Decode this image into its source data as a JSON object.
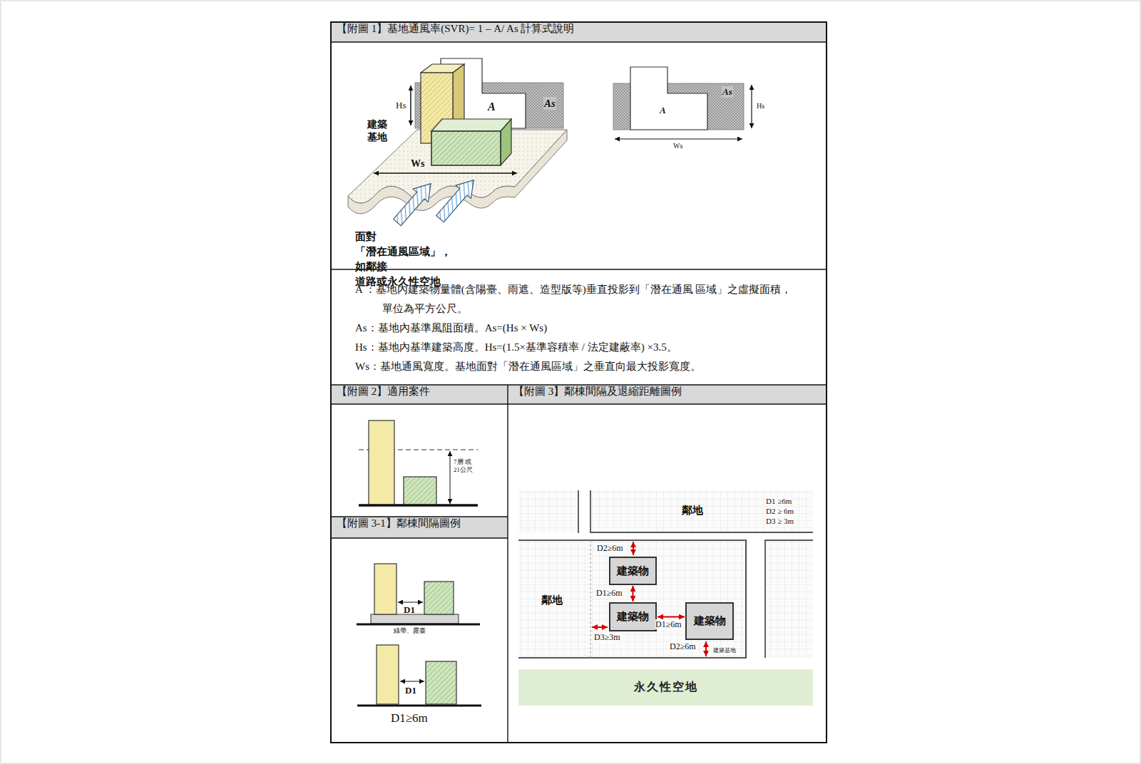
{
  "diagram": {
    "nodes": [
      {
        "text": [
          "【附圖 1】基地通風率(SVR)= 1 – A/ As 計算式說明"
        ]
      },
      {
        "text": [
          "【附圖 2】適用案件"
        ]
      },
      {
        "text": [
          "【附圖 3】鄰棟間隔及退縮距離圖例"
        ]
      },
      {
        "text": [
          "【附圖 3-1】鄰棟間隔圖例"
        ]
      },
      {
        "text": [
          "建築物"
        ]
      },
      {
        "text": [
          "建築物"
        ]
      },
      {
        "text": [
          "建築物"
        ]
      },
      {
        "text": [
          "永久性空地"
        ]
      }
    ],
    "edges": [
      {
        "from": 4,
        "to": 5,
        "arrow": "both",
        "label": "D1≥6m"
      },
      {
        "from": 5,
        "to": 6,
        "arrow": "both",
        "label": "D1≥6m"
      }
    ],
    "labels": [
      "Hs",
      "A",
      "As",
      "建築 基地",
      "Ws",
      "面對「潛在通風區域」，如鄰接 道路或永久性空地",
      "As",
      "A",
      "Hs",
      "Ws",
      "A ：基地內建築物量體(含陽臺、雨遮、造型版等)垂直投影到「潛在通風 區域」之虛擬面積，單位為平方公尺。",
      "As：基地內基準風阻面積。As=(Hs × Ws)",
      "Hs：基地內基準建築高度。Hs=(1.5×基準容積率 / 法定建蔽率) ×3.5。",
      "Ws：基地通風寬度。基地面對「潛在通風區域」之垂直向最大投影寬度。",
      "7層 或 21公尺",
      "D1",
      "綠帶、露臺",
      "D1",
      "D1≥6m",
      "鄰地",
      "D1 ≥6m",
      "D2 ≥ 6m",
      "D3 ≥ 3m",
      "D2≥6m",
      "鄰地",
      "D3≥3m",
      "D2≥6m",
      "建築基地"
    ]
  }
}
